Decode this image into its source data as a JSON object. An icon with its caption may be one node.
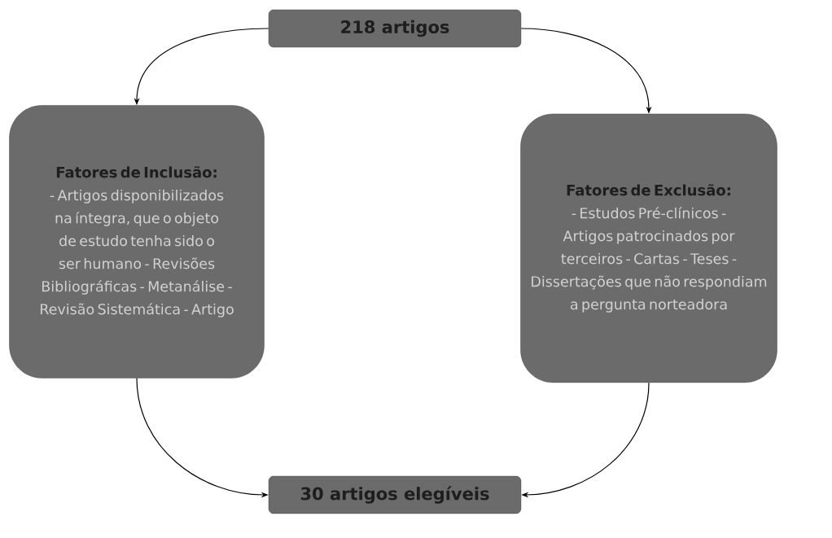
{
  "diagram": {
    "nodes": [
      {
        "text": [
          "218 artigos"
        ]
      },
      {
        "text": [
          "Fatores de Inclusão:",
          "- Artigos disponibilizados na íntegra, que o objeto de estudo tenha sido o ser humano - Revisões Bibliográficas - Metanálise - Revisão Sistemática - Artigo"
        ]
      },
      {
        "text": [
          "Fatores de Exclusão:",
          "- Estudos Pré-clínicos - Artigos patrocinados por terceiros - Cartas - Teses - Dissertações que não respondiam a pergunta norteadora"
        ]
      },
      {
        "text": [
          "30 artigos elegíveis"
        ]
      }
    ],
    "edges": [
      {
        "from": 0,
        "to": 1,
        "arrow": "to"
      },
      {
        "from": 0,
        "to": 2,
        "arrow": "to"
      },
      {
        "from": 1,
        "to": 3,
        "arrow": "to"
      },
      {
        "from": 2,
        "to": 3,
        "arrow": "to"
      }
    ]
  }
}
